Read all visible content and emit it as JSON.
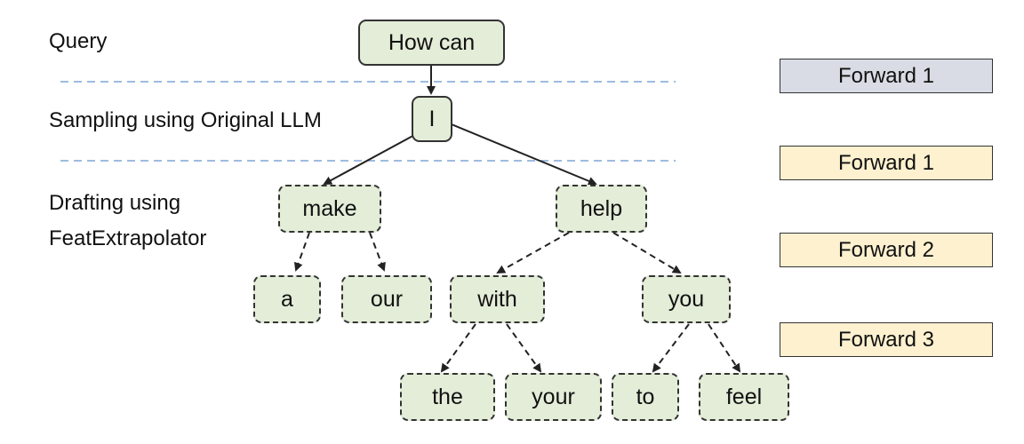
{
  "labels": {
    "query": "Query",
    "sampling": "Sampling using Original LLM",
    "drafting_line1": "Drafting using",
    "drafting_line2": "FeatExtrapolator"
  },
  "nodes": {
    "how_can": "How can",
    "i": "I",
    "make": "make",
    "help": "help",
    "a": "a",
    "our": "our",
    "with": "with",
    "you": "you",
    "the": "the",
    "your": "your",
    "to": "to",
    "feel": "feel"
  },
  "forwards": [
    "Forward 1",
    "Forward 1",
    "Forward 2",
    "Forward 3"
  ],
  "colors": {
    "node_fill": "#e3edd8",
    "forward_gray": "#d9dce4",
    "forward_yellow": "#fdf1cf",
    "divider": "#7fa6d6"
  }
}
